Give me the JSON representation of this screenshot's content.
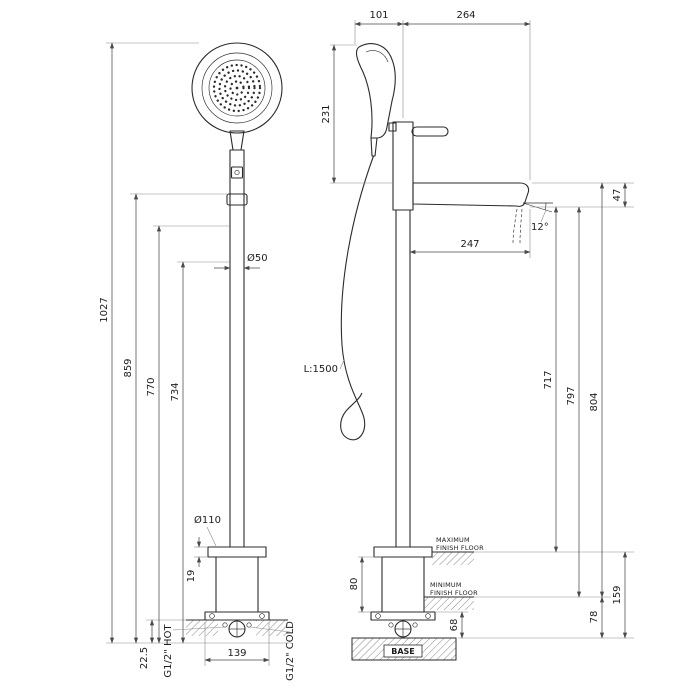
{
  "front_view": {
    "total_height": "1027",
    "handle_height": "859",
    "height_770": "770",
    "height_734": "734",
    "column_diameter": "Ø50",
    "flange_diameter": "Ø110",
    "flange_height": "19",
    "below_floor_depth": "22.5",
    "base_width": "139",
    "hot_inlet": "G1/2\" HOT",
    "cold_inlet": "G1/2\" COLD"
  },
  "side_view": {
    "handshower_offset": "101",
    "overall_reach": "264",
    "handshower_height": "231",
    "spout_end_height": "47",
    "spout_angle": "12°",
    "spout_reach": "247",
    "hose_length": "L:1500",
    "spout_to_max_floor": "717",
    "spout_to_min_floor": "797",
    "spout_top_to_floor": "804",
    "floor_to_base": "159",
    "base_body_height": "80",
    "plate_to_base": "68",
    "min_floor_to_base": "78",
    "max_floor_line1": "MAXIMUM",
    "max_floor_line2": "FINISH FLOOR",
    "min_floor_line1": "MINIMUM",
    "min_floor_line2": "FINISH FLOOR",
    "base_label": "BASE"
  }
}
